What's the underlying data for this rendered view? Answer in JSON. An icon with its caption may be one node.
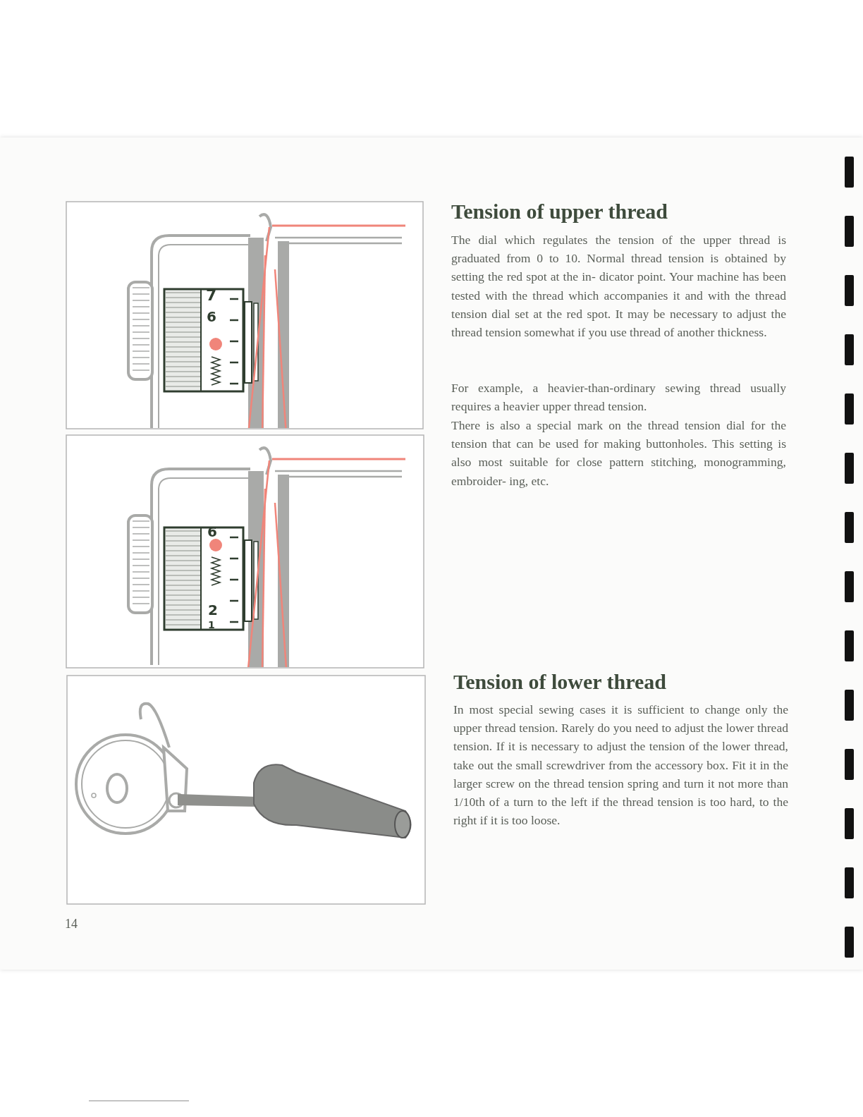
{
  "diagram": {
    "labels": [
      "Tension of upper thread",
      "The dial which regulates the tension of the upper thread is graduated from 0 to 10. Normal thread tension is obtained by setting the red spot at the in- dicator point. Your machine has been tested with the thread which accompanies it and with the thread tension dial set at the red spot. It may be necessary to adjust the thread tension somewhat if you use thread of another thickness.",
      "For example, a heavier-than-ordinary sewing thread usually requires a heavier upper thread tension.",
      "There is also a special mark on the thread tension dial for the tension that can be used for making buttonholes. This setting is also most suitable for close pattern stitching, monogramming, embroider- ing, etc.",
      "7",
      "6",
      "6",
      "2",
      "1",
      "Tension of lower thread",
      "In most special sewing cases it is sufficient to change only the upper thread tension. Rarely do you need to adjust the lower thread tension. If it is necessary to adjust the tension of the lower thread, take out the small screwdriver from the accessory box. Fit it in the larger screw on the thread tension spring and turn it not more than 1/10th of a turn to the left if the thread tension is too hard, to the right if it is too loose.",
      "14"
    ]
  }
}
